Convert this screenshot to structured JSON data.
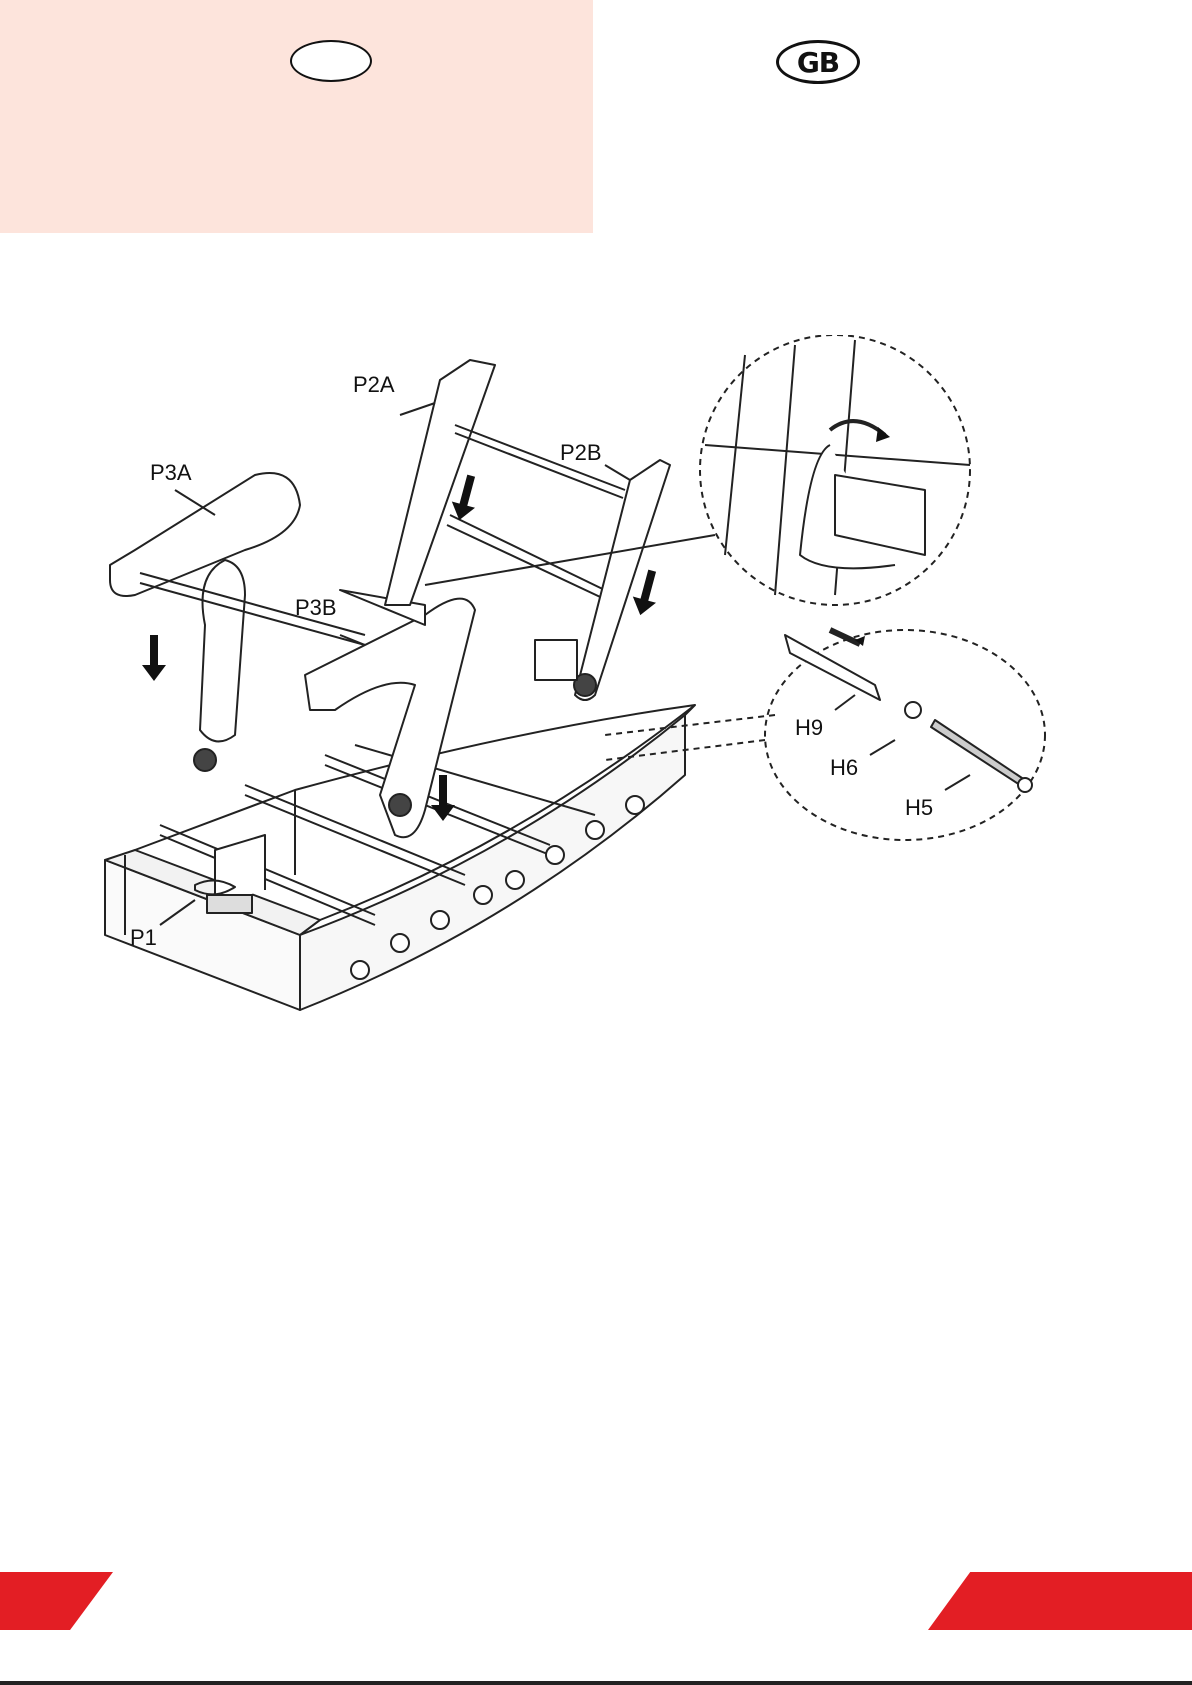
{
  "header": {
    "left_badge": "",
    "right_badge": "GB"
  },
  "diagram": {
    "labels": {
      "p2a": "P2A",
      "p2b": "P2B",
      "p3a": "P3A",
      "p3b": "P3B",
      "p1": "P1",
      "h9": "H9",
      "h6": "H6",
      "h5": "H5"
    }
  },
  "colors": {
    "header_panel": "#fde4dc",
    "footer_accent": "#e31e24"
  }
}
